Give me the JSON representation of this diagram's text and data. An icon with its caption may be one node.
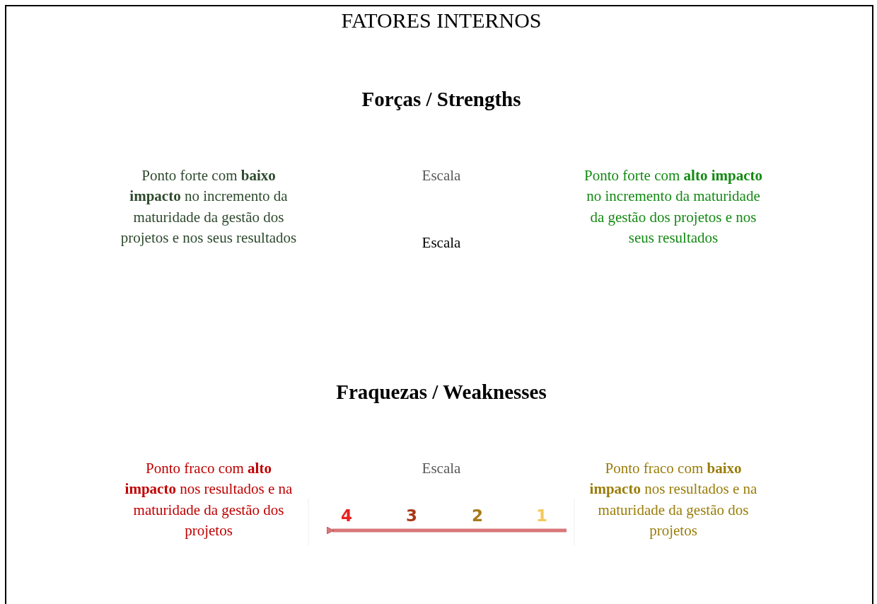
{
  "diagram": {
    "title": "FATORES INTERNOS",
    "labels": [
      "Forças / Strengths",
      "Ponto forte com **baixo impacto** no incremento da maturidade da gestão dos projetos e nos seus resultados",
      "Escala",
      "Ponto forte com **alto impacto** no incremento da maturidade da gestão dos projetos e nos seus resultados",
      "Escala",
      "Fraquezas / Weaknesses",
      "Ponto fraco com **alto impacto** nos resultados e na maturidade da gestão dos projetos",
      "Escala",
      "Ponto fraco com **baixo impacto** nos resultados e na maturidade da gestão dos projetos",
      "4",
      "3",
      "2",
      "1"
    ]
  }
}
